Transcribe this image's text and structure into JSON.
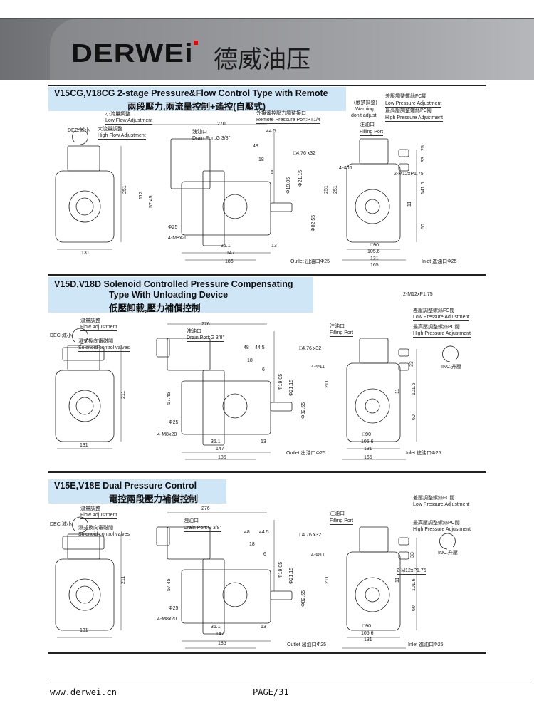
{
  "header": {
    "brand": "DERWEi",
    "brand_zh": "德威油压",
    "brand_accent": "#e00000"
  },
  "sections": [
    {
      "title_lines": [
        "V15CG,V18CG 2-stage Pressure&Flow Control Type with Remote",
        "兩段壓力,兩流量控制+遙控(自壓式)"
      ],
      "labels": {
        "dec": "DEC.減小",
        "low_flow_zh": "小流量調整",
        "low_flow_en": "Low Flow Adjustment",
        "high_flow_zh": "大流量調整",
        "high_flow_en": "High Flow Adjustment",
        "remote_zh": "外接遙控壓力調整接口",
        "remote_en": "Remote Pressure Port:PT1/4",
        "drain_zh": "洩油口",
        "drain_en": "Drain Port:G 3/8\"",
        "warn_zh": "(嚴禁調整)",
        "warn_en1": "Warning:",
        "warn_en2": "don't adjust",
        "lowp_zh": "差壓調整螺絲FC閥",
        "lowp_en": "Low Pressure Adjustment",
        "highp_zh": "最高壓調整螺絲PC閥",
        "highp_en": "High Pressure Adjustment",
        "fill_zh": "注油口",
        "fill_en": "Filling Port",
        "d270": "270",
        "d44_5": "44.5",
        "d48": "48",
        "d18": "18",
        "d6": "6",
        "key": "□4.76 x32",
        "phi19": "Φ19.05",
        "phi21": "Φ21.15",
        "phi82": "Φ82.55",
        "holes": "4-Φ11",
        "thread": "2-M12xP1.75",
        "d251a": "251",
        "d112": "112",
        "d57": "57.45",
        "d251b": "251",
        "d251c": "251",
        "d33": "33",
        "d25": "25",
        "d141": "141.6",
        "d11": "11",
        "d60": "60",
        "d131a": "131",
        "d35": "35.1",
        "d147": "147",
        "d185": "185",
        "d13": "13",
        "phi25": "Φ25",
        "bolt": "4-M8x20",
        "sq90": "□90",
        "d105": "105.6",
        "d131b": "131",
        "d165": "165",
        "outlet": "Outlet 出油口Φ25",
        "inlet": "Inlet 進油口Φ25"
      }
    },
    {
      "title_lines": [
        "V15D,V18D Solenoid Controlled Pressure Compensating",
        "Type With Unloading Device",
        "低壓卸載,壓力補償控制"
      ],
      "labels": {
        "dec": "DEC.減小",
        "flow_zh": "流量調整",
        "flow_en": "Flow Adjustment",
        "sol_zh": "濕式換向電磁閥",
        "sol_en": "Solenoid control valves",
        "d276": "276",
        "drain_zh": "洩油口",
        "drain_en": "Drain Port:G 3/8\"",
        "d48": "48",
        "d44_5": "44.5",
        "d18": "18",
        "d6": "6",
        "key": "□4.76 x32",
        "phi19": "Φ19.05",
        "phi21": "Φ21.15",
        "phi82": "Φ82.55",
        "holes": "4-Φ11",
        "d211a": "211",
        "d211b": "211",
        "d57": "57.45",
        "phi25": "Φ25",
        "bolt": "4-M8x20",
        "d35": "35.1",
        "d147": "147",
        "d185": "185",
        "d13": "13",
        "d131a": "131",
        "fill_zh": "注油口",
        "fill_en": "Filling Port",
        "thread": "2-M12xP1.75",
        "lowp_zh": "差壓調整螺絲FC閥",
        "lowp_en": "Low Pressure Adjustment",
        "highp_zh": "最高壓調整螺絲PC閥",
        "highp_en": "High Pressure Adjustment",
        "inc": "INC.升壓",
        "d33": "33",
        "d101": "101.6",
        "d11": "11",
        "d60": "60",
        "sq90": "□90",
        "d105": "105.6",
        "d131b": "131",
        "d165": "165",
        "outlet": "Outlet 出油口Φ25",
        "inlet": "Inlet 進油口Φ25"
      }
    },
    {
      "title_lines": [
        "V15E,V18E Dual Pressure Control",
        "電控兩段壓力補償控制"
      ],
      "labels": {
        "dec": "DEC.減小",
        "flow_zh": "流量調整",
        "flow_en": "Flow Adjustment",
        "sol_zh": "濕式換向電磁閥",
        "sol_en": "Solenoid control valves",
        "d276": "276",
        "drain_zh": "洩油口",
        "drain_en": "Drain Port:G 3/8\"",
        "d48": "48",
        "d44_5": "44.5",
        "d18": "18",
        "d6": "6",
        "key": "□4.76 x32",
        "phi19": "Φ19.05",
        "phi21": "Φ21.15",
        "phi82": "Φ82.55",
        "holes": "4-Φ11",
        "d211a": "211",
        "d211b": "211",
        "d57": "57.45",
        "phi25": "Φ25",
        "bolt": "4-M8x20",
        "d35": "35.1",
        "d147": "147",
        "d185": "185",
        "d13": "13",
        "d131a": "131",
        "fill_zh": "注油口",
        "fill_en": "Filling Port",
        "thread": "2-M12xP1.75",
        "lowp_zh": "差壓調整螺絲FC閥",
        "lowp_en": "Low Pressure Adjustment",
        "highp_zh": "最高壓調整螺絲PC閥",
        "highp_en": "High Pressure Adjustment",
        "inc": "INC.升壓",
        "d33": "33",
        "d101": "101.6",
        "d11": "11",
        "d60": "60",
        "sq90": "□90",
        "d105": "105.6",
        "d131b": "131",
        "outlet": "Outlet 出油口Φ25",
        "inlet": "Inlet 進油口Φ25"
      }
    }
  ],
  "footer": {
    "website": "www.derwei.cn",
    "page": "PAGE/31"
  }
}
